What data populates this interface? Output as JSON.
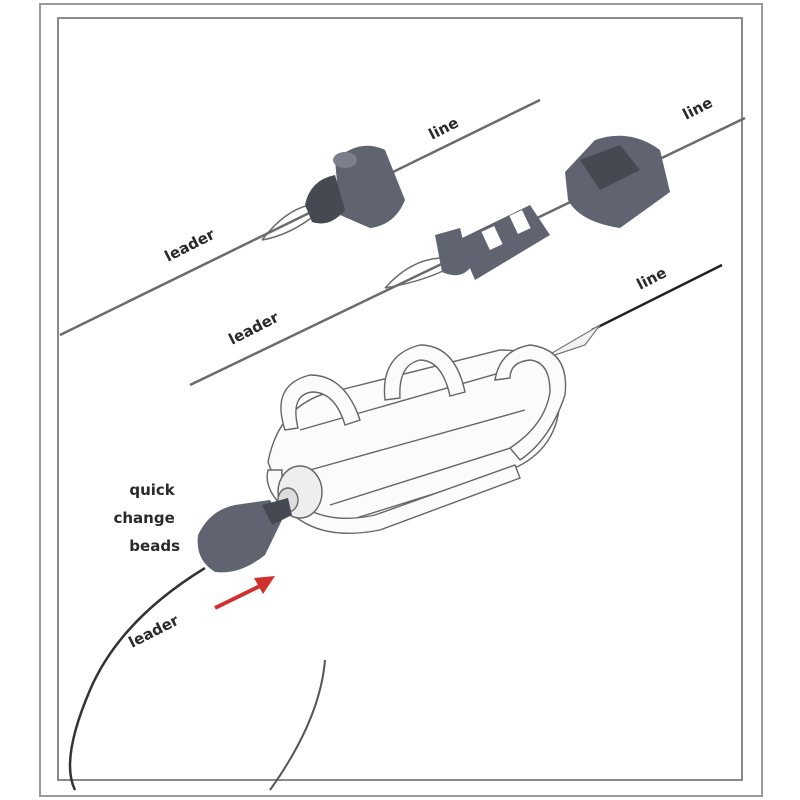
{
  "labels": {
    "top_line_1": "line",
    "top_leader_1": "leader",
    "top_line_2": "line",
    "top_leader_2": "leader",
    "feeder_line": "line",
    "quick_change_beads": [
      "quick",
      "change",
      "beads"
    ],
    "bottom_leader": "leader"
  },
  "colors": {
    "bead": "#5f6470",
    "bead_dark": "#454952",
    "line": "#6b6b6b",
    "arrow": "#d0312d",
    "frame": "#8a8a8a"
  }
}
